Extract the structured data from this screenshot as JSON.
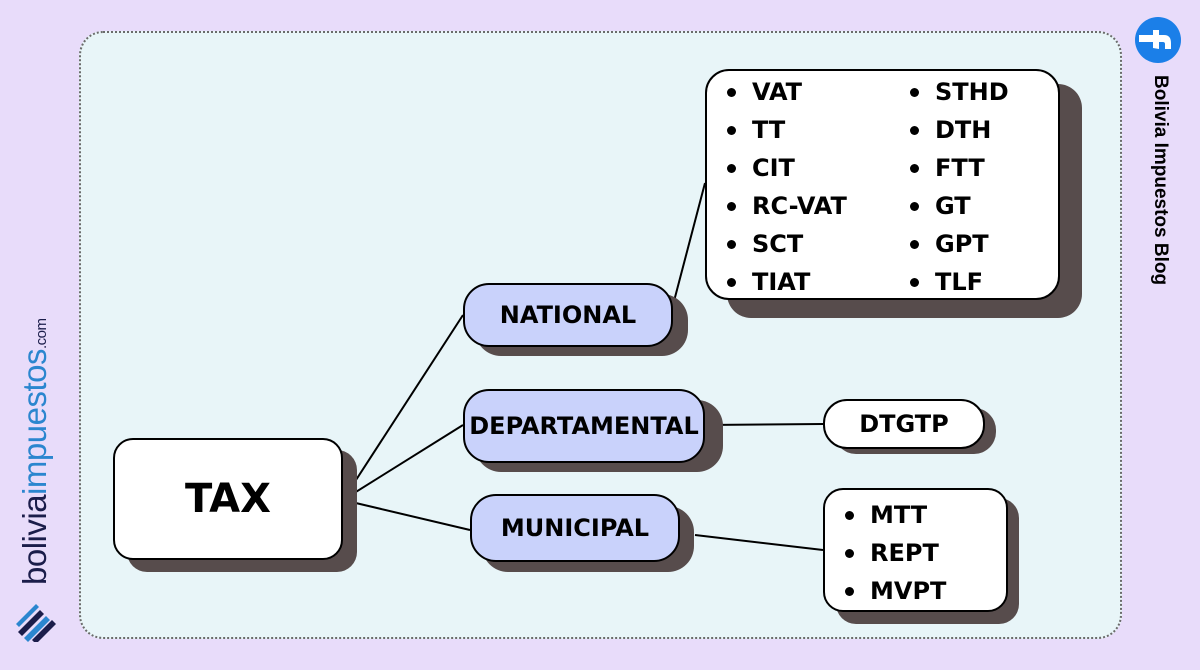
{
  "diagram": {
    "root": {
      "label": "TAX"
    },
    "categories": [
      {
        "label": "NATIONAL"
      },
      {
        "label": "DEPARTAMENTAL"
      },
      {
        "label": "MUNICIPAL"
      }
    ],
    "national_taxes_col1": [
      "VAT",
      "TT",
      "CIT",
      "RC-VAT",
      "SCT",
      "TIAT"
    ],
    "national_taxes_col2": [
      "STHD",
      "DTH",
      "FTT",
      "GT",
      "GPT",
      "TLF"
    ],
    "departmental_taxes": [
      "DTGTP"
    ],
    "municipal_taxes": [
      "MTT",
      "REPT",
      "MVPT"
    ]
  },
  "branding": {
    "site_name_part1": "bolivia",
    "site_name_part2": "impuestos",
    "site_suffix": ".com",
    "blog_label": "Bolivia Impuestos Blog",
    "social_icon": "facebook-icon"
  },
  "colors": {
    "background": "#e8dcfa",
    "panel": "#e8f5f8",
    "category_fill": "#c9d2fb",
    "shadow": "#574c4c",
    "facebook_blue": "#1b7fe8",
    "brand_dark": "#1b1d4a",
    "brand_accent": "#2b86cf"
  }
}
